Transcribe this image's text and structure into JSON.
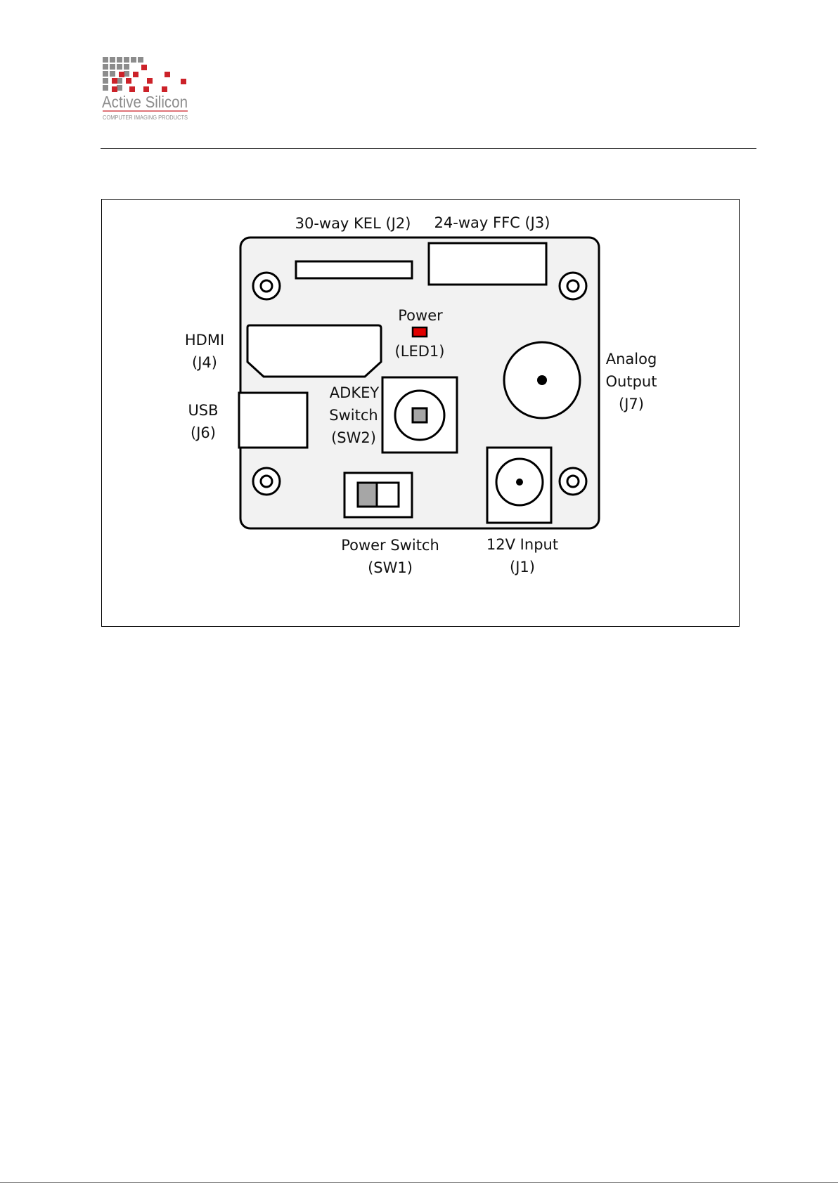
{
  "logo": {
    "brand": "Active Silicon",
    "tagline": "COMPUTER IMAGING PRODUCTS",
    "colors": {
      "grey": "#8c8c8c",
      "red": "#cc2229"
    }
  },
  "diagram": {
    "labels": {
      "j2": "30-way KEL (J2)",
      "j3": "24-way FFC (J3)",
      "power": "Power",
      "led1": "(LED1)",
      "hdmi": "HDMI",
      "j4": "(J4)",
      "usb": "USB",
      "j6": "(J6)",
      "adkey": "ADKEY",
      "switch": "Switch",
      "sw2": "(SW2)",
      "analog": "Analog",
      "output": "Output",
      "j7": "(J7)",
      "power_switch": "Power Switch",
      "sw1": "(SW1)",
      "input_12v": "12V Input",
      "j1": "(J1)"
    },
    "colors": {
      "board_fill": "#f2f2f2",
      "led_red": "#e00000",
      "button_grey": "#a6a6a6",
      "stroke": "#000000"
    }
  }
}
